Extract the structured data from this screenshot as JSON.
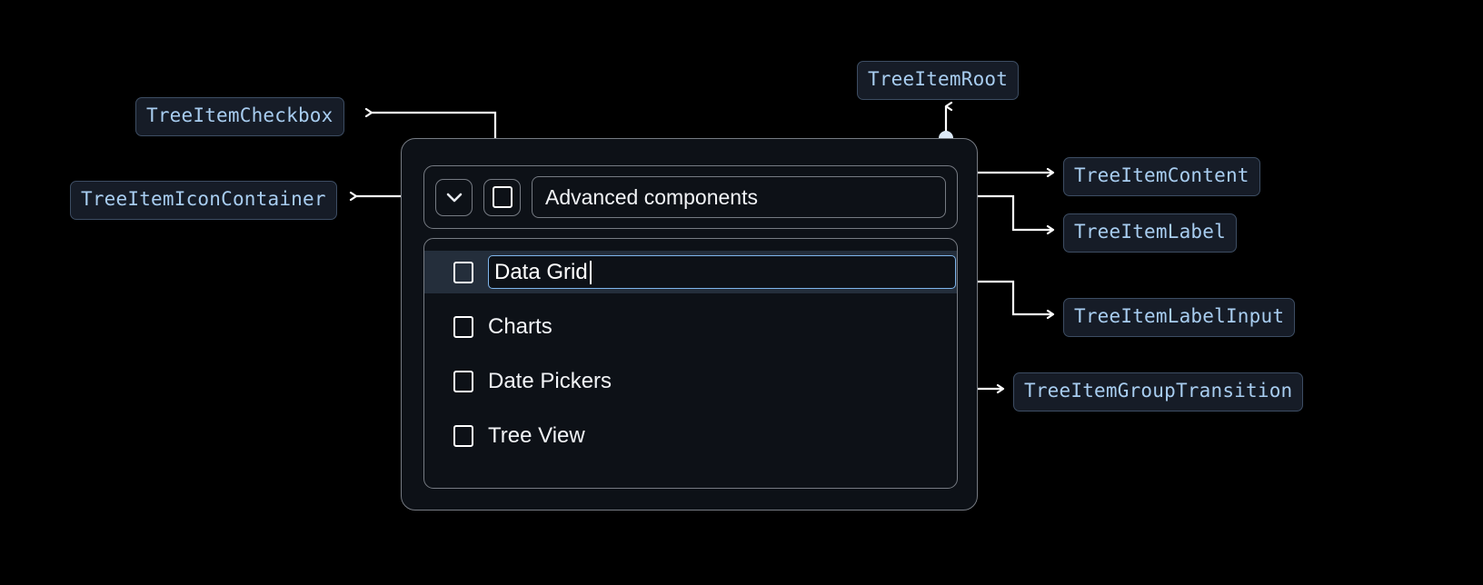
{
  "page": {
    "background": "#000000",
    "accent_blue": "#a8cdf0",
    "chip_bg": "#161c27",
    "chip_border": "#3d4d63",
    "widget_bg": "#0d1117",
    "widget_border": "#767b83",
    "selected_row_bg": "#242e3b",
    "input_border": "#7fb6ec"
  },
  "annotations": [
    {
      "id": "tree-item-checkbox",
      "label": "TreeItemCheckbox"
    },
    {
      "id": "tree-item-icon-container",
      "label": "TreeItemIconContainer"
    },
    {
      "id": "tree-item-root",
      "label": "TreeItemRoot"
    },
    {
      "id": "tree-item-content",
      "label": "TreeItemContent"
    },
    {
      "id": "tree-item-label",
      "label": "TreeItemLabel"
    },
    {
      "id": "tree-item-label-input",
      "label": "TreeItemLabelInput"
    },
    {
      "id": "tree-item-group-transition",
      "label": "TreeItemGroupTransition"
    }
  ],
  "tree": {
    "header": {
      "expand_icon": "chevron-down-icon",
      "checkbox_icon": "checkbox-unchecked-icon",
      "label": "Advanced components"
    },
    "children": [
      {
        "label": "Data Grid",
        "editing": true,
        "checked": false
      },
      {
        "label": "Charts",
        "editing": false,
        "checked": false
      },
      {
        "label": "Date Pickers",
        "editing": false,
        "checked": false
      },
      {
        "label": "Tree View",
        "editing": false,
        "checked": false
      }
    ]
  }
}
